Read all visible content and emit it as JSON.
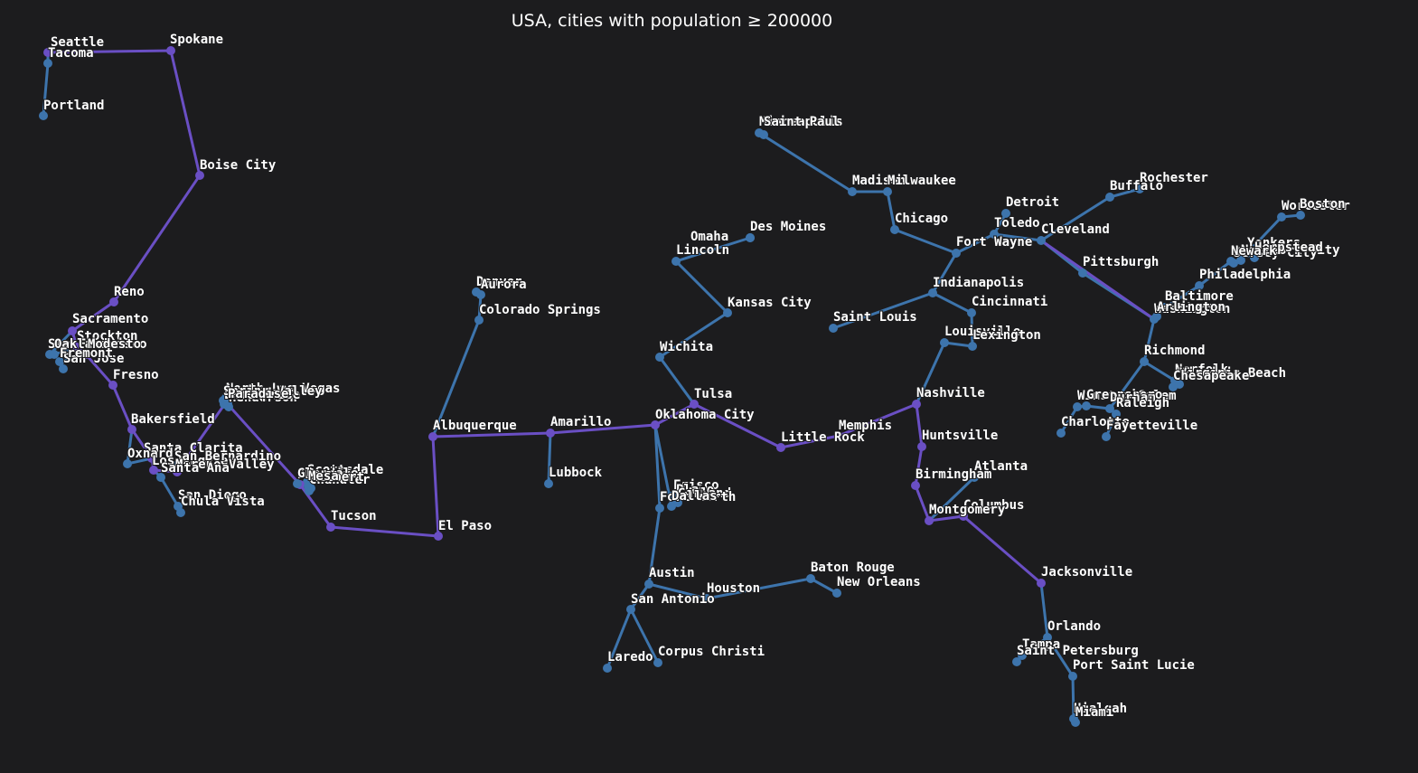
{
  "title": "USA, cities with population ≥ 200000",
  "colors": {
    "background": "#1c1c1e",
    "path": "#6a4fc4",
    "branch": "#3d74ac",
    "text": "#ffffff"
  },
  "cities": [
    "Seattle",
    "Tacoma",
    "Spokane",
    "Portland",
    "Boise City",
    "Reno",
    "Sacramento",
    "Stockton",
    "San Francisco",
    "Oakland",
    "Modesto",
    "San Jose",
    "Fremont",
    "Fresno",
    "Bakersfield",
    "Santa Clarita",
    "Oxnard",
    "Los Angeles",
    "San Bernardino",
    "Moreno Valley",
    "Santa Ana",
    "San Diego",
    "Chula Vista",
    "North Las Vegas",
    "Las Vegas",
    "Henderson",
    "Enterprise",
    "Spring Valley",
    "Paradise",
    "Scottsdale",
    "Phoenix",
    "Glendale",
    "Chandler",
    "Gilbert",
    "Mesa",
    "Tucson",
    "El Paso",
    "Albuquerque",
    "Denver",
    "Aurora",
    "Colorado Springs",
    "Amarillo",
    "Lubbock",
    "Oklahoma City",
    "Tulsa",
    "Wichita",
    "Kansas City",
    "Omaha",
    "Lincoln",
    "Des Moines",
    "Frisco",
    "Plano",
    "Garland",
    "Fort Worth",
    "Dallas",
    "Austin",
    "San Antonio",
    "Houston",
    "Baton Rouge",
    "New Orleans",
    "Laredo",
    "Corpus Christi",
    "Little Rock",
    "Memphis",
    "Minneapolis",
    "Saint Paul",
    "Madison",
    "Milwaukee",
    "Chicago",
    "Fort Wayne",
    "Detroit",
    "Toledo",
    "Cleveland",
    "Buffalo",
    "Rochester",
    "Indianapolis",
    "Saint Louis",
    "Cincinnati",
    "Louisville",
    "Lexington",
    "Nashville",
    "Huntsville",
    "Birmingham",
    "Atlanta",
    "Columbus",
    "Montgomery",
    "Jacksonville",
    "Orlando",
    "Tampa",
    "Saint Petersburg",
    "Port Saint Lucie",
    "Hialeah",
    "Miami",
    "Pittsburgh",
    "Worcester",
    "Boston",
    "Yonkers",
    "New York City",
    "Jersey City",
    "Hempstead",
    "Newark",
    "Philadelphia",
    "Baltimore",
    "Washington",
    "Arlington",
    "Richmond",
    "Norfolk",
    "Virginia Beach",
    "Chesapeake",
    "Winston-Salem",
    "Greensboro",
    "Durham",
    "Raleigh",
    "Charlotte",
    "Fayetteville"
  ]
}
